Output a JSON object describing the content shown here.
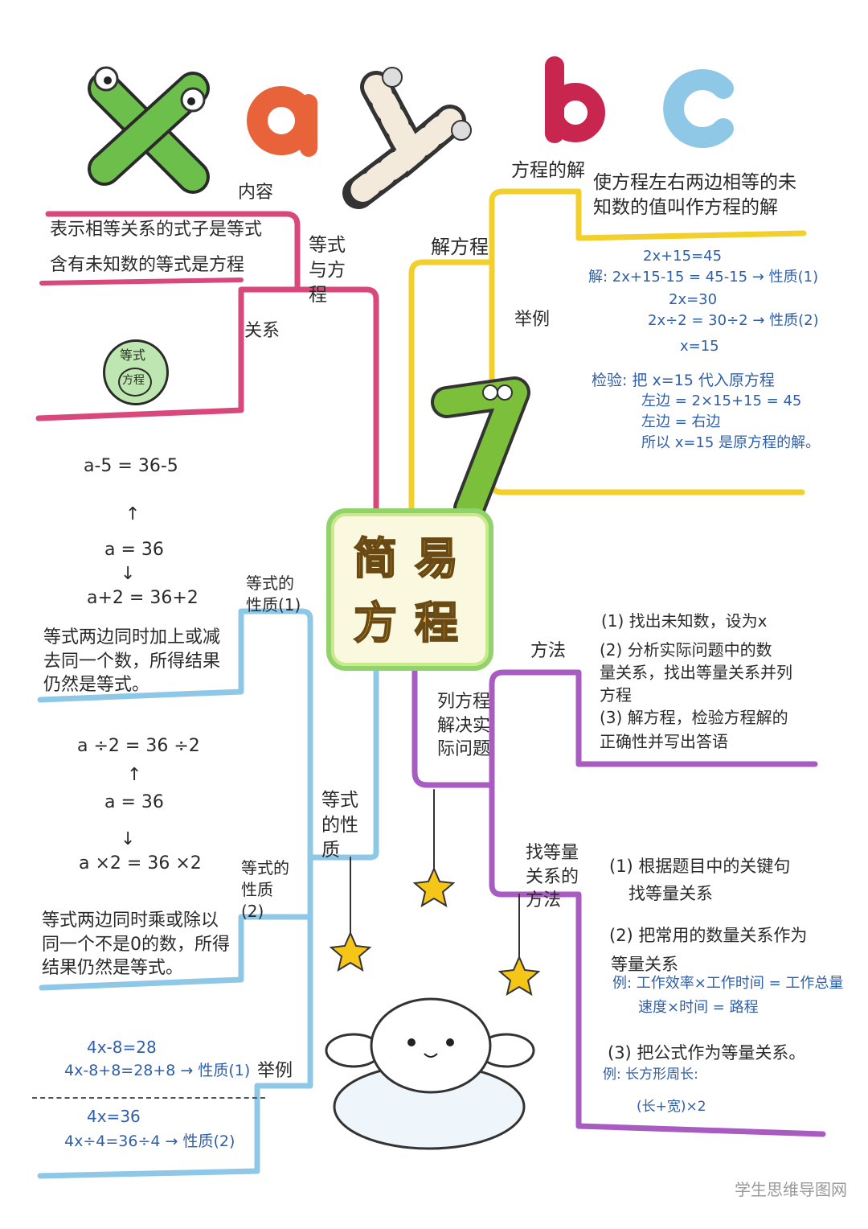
{
  "decor_letters": [
    "x",
    "a",
    "y",
    "b",
    "c"
  ],
  "colors": {
    "pink": "#d9487a",
    "yellow": "#f2cf2a",
    "blue": "#8ec8e6",
    "purple": "#a85bc0",
    "green_frame": "#8fd36a",
    "title_fill": "#f5b93a"
  },
  "center": {
    "c1": "简",
    "c2": "易",
    "c3": "方",
    "c4": "程"
  },
  "pink": {
    "main": "等式与方程",
    "content_label": "内容",
    "content_line1": "表示相等关系的式子是等式",
    "content_line2": "含有未知数的等式是方程",
    "relation_label": "关系",
    "ring_outer": "等式",
    "ring_inner": "方程"
  },
  "blue": {
    "main": "等式的性质",
    "p1_label": "等式的性质(1)",
    "p1_eq_top": "a-5 = 36-5",
    "p1_eq_mid": "a = 36",
    "p1_eq_bot": "a+2 = 36+2",
    "p1_text": "等式两边同时加上或减去同一个数，所得结果仍然是等式。",
    "p2_label": "等式的性质(2)",
    "p2_eq_top": "a ÷2 = 36 ÷2",
    "p2_eq_mid": "a = 36",
    "p2_eq_bot": "a ×2 = 36 ×2",
    "p2_text": "等式两边同时乘或除以同一个不是0的数，所得结果仍然是等式。",
    "ex_label": "举例",
    "ex1": "4x-8=28",
    "ex2": "4x-8+8=28+8 → 性质(1)",
    "ex3": "4x=36",
    "ex4": "4x÷4=36÷4 → 性质(2)"
  },
  "yellow": {
    "main": "解方程",
    "solution_label": "方程的解",
    "solution_text": "使方程左右两边相等的未知数的值叫作方程的解",
    "example_label": "举例",
    "s1": "2x+15=45",
    "s2": "解: 2x+15-15 = 45-15 → 性质(1)",
    "s3": "2x=30",
    "s4": "2x÷2 = 30÷2 → 性质(2)",
    "s5": "x=15",
    "c1": "检验: 把 x=15 代入原方程",
    "c2": "左边 = 2×15+15 = 45",
    "c3": "左边 = 右边",
    "c4": "所以 x=15 是原方程的解。"
  },
  "purple": {
    "main": "列方程解决实际问题",
    "method_label": "方法",
    "m1": "(1) 找出未知数，设为x",
    "m2a": "(2) 分析实际问题中的数",
    "m2b": "量关系，找出等量关系并列",
    "m2c": "方程",
    "m3a": "(3) 解方程，检验方程解的",
    "m3b": "正确性并写出答语",
    "find_label": "找等量关系的方法",
    "f1a": "(1) 根据题目中的关键句",
    "f1b": "找等量关系",
    "f2a": "(2) 把常用的数量关系作为",
    "f2b": "等量关系",
    "f2c": "例: 工作效率×工作时间 = 工作总量",
    "f2d": "速度×时间 = 路程",
    "f3a": "(3) 把公式作为等量关系。",
    "f3b": "例: 长方形周长:",
    "f3c": "(长+宽)×2"
  },
  "watermark": "学生思维导图网"
}
